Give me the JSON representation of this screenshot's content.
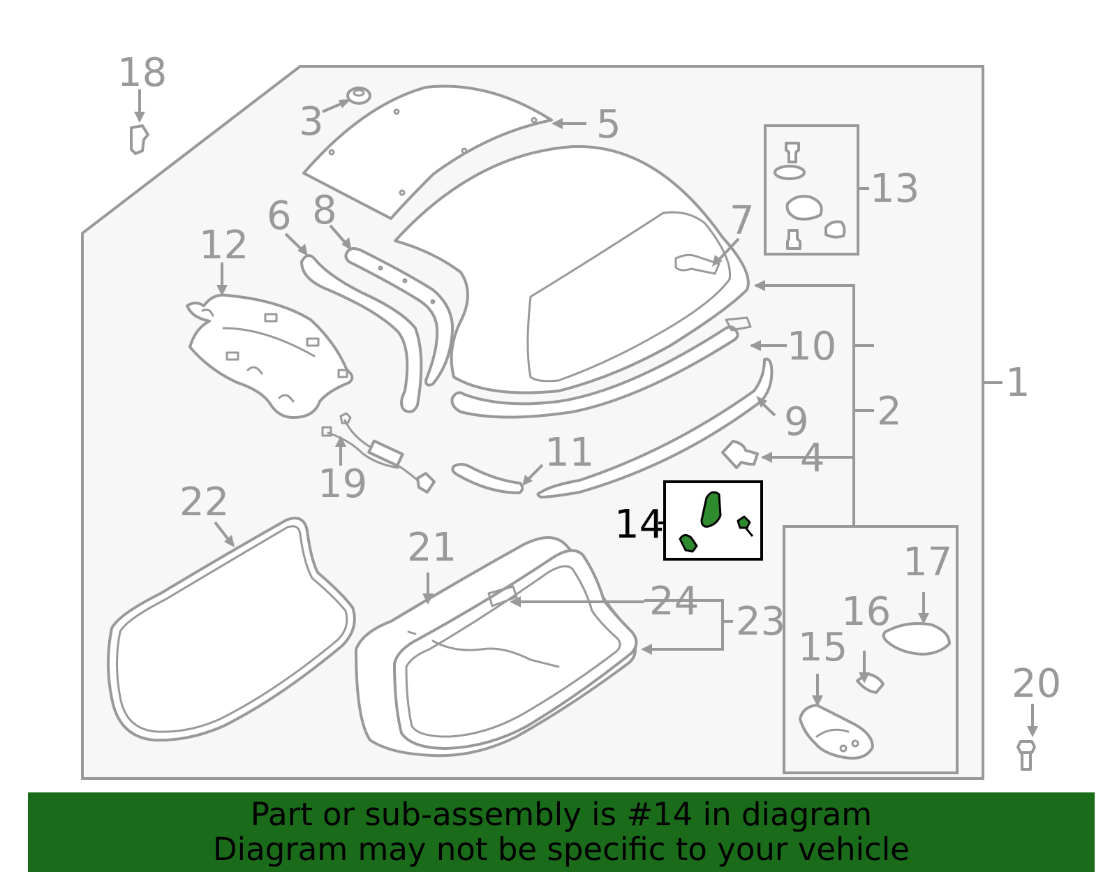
{
  "diagram": {
    "callouts": {
      "c1": "1",
      "c2": "2",
      "c3": "3",
      "c4": "4",
      "c5": "5",
      "c6": "6",
      "c7": "7",
      "c8": "8",
      "c9": "9",
      "c10": "10",
      "c11": "11",
      "c12": "12",
      "c13": "13",
      "c14": "14",
      "c15": "15",
      "c16": "16",
      "c17": "17",
      "c18": "18",
      "c19": "19",
      "c20": "20",
      "c21": "21",
      "c22": "22",
      "c23": "23",
      "c24": "24"
    },
    "highlighted_part": "14",
    "colors": {
      "highlight_fill": "#2e8b2e",
      "banner_background": "#1a6b1a",
      "line_gray": "#999999"
    }
  },
  "banner": {
    "line1": "Part or sub-assembly is #14 in diagram",
    "line2": "Diagram may not be specific to your vehicle"
  }
}
